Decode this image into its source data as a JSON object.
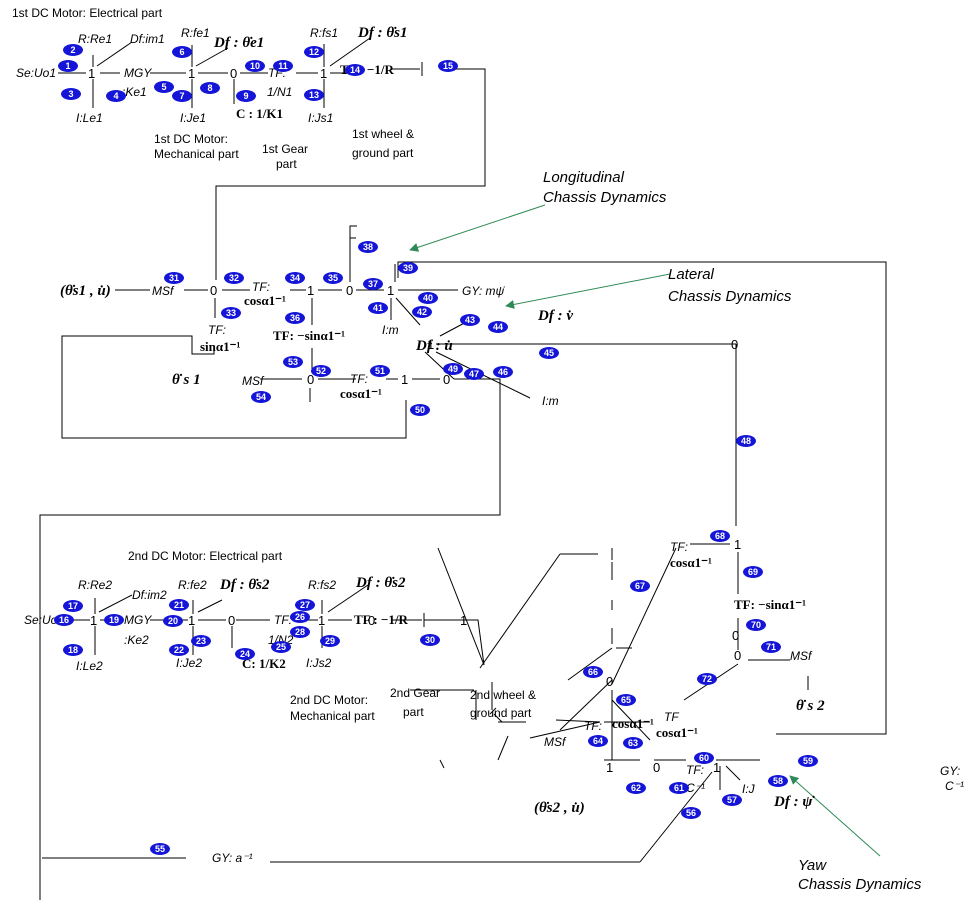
{
  "sections": {
    "dc1_elec": "1st DC Motor: Electrical part",
    "dc1_mech_a": "1st DC Motor:",
    "dc1_mech_b": "Mechanical part",
    "gear1_a": "1st Gear",
    "gear1_b": "part",
    "wheel1_a": "1st wheel &",
    "wheel1_b": "ground part",
    "dc2_elec": "2nd DC Motor: Electrical part",
    "dc2_mech_a": "2nd DC Motor:",
    "dc2_mech_b": "Mechanical part",
    "gear2_a": "2nd Gear",
    "gear2_b": "part",
    "wheel2_a": "2nd wheel &",
    "wheel2_b": "ground part"
  },
  "annotations": {
    "longitudinal_a": "Longitudinal",
    "longitudinal_b": "Chassis Dynamics",
    "lateral_a": "Lateral",
    "lateral_b": "Chassis Dynamics",
    "yaw_a": "Yaw",
    "yaw_b": "Chassis Dynamics"
  },
  "elements": {
    "se_uo1": "Se:Uo1",
    "r_re1": "R:Re1",
    "df_im1": "Df:im1",
    "i_le1": "I:Le1",
    "mgy1": "MGY",
    "ke1": ":Ke1",
    "r_fe1": "R:fe1",
    "df_theta_e1": "Df : θ̇e1",
    "i_je1": "I:Je1",
    "c_k1": "C : 1/K1",
    "tf_n1": "TF:",
    "n1": "1/N1",
    "r_fs1": "R:fs1",
    "df_theta_s1": "Df : θ̇s1",
    "i_js1": "I:Js1",
    "tf_r1": "TF : −1/R",
    "input_top": "(θ̇s1 , u̇)",
    "msf_top": "MSf",
    "tf_cos32": "TF:",
    "cos32": "cosα1⁻¹",
    "tf_sin": "TF:",
    "sin33": "sinα1⁻¹",
    "tf_msin36": "TF: −sinα1⁻¹",
    "gy_mpsi": "GY: mψ̇",
    "i_m41": "I:m",
    "df_u": "Df : u̇",
    "df_v": "Df : v̇",
    "theta_s1": "θ̇ s 1",
    "msf_mid": "MSf",
    "tf_cos52": "TF:",
    "cos52": "cosα1⁻¹",
    "i_m46": "I:m",
    "se_uo2": "Se:Uo2",
    "r_re2": "R:Re2",
    "df_im2": "Df:im2",
    "i_le2": "I:Le2",
    "mgy2": "MGY",
    "ke2": ":Ke2",
    "r_fe2": "R:fe2",
    "df_theta_s2a": "Df : θ̇s2",
    "i_je2": "I:Je2",
    "c_k2": "C: 1/K2",
    "tf_n2": "TF:",
    "n2": "1/N2",
    "r_fs2": "R:fs2",
    "df_theta_s2b": "Df : θ̇s2",
    "i_js2": "I:Js2",
    "tf_r2": "TF : −1/R",
    "tf_cos68": "TF:",
    "cos68": "cosα1⁻¹",
    "tf_msin70": "TF: −sinα1⁻¹",
    "msf_71": "MSf",
    "theta_s2": "θ̇ s 2",
    "msf_66": "MSf",
    "input_bottom": "(θ̇s2 , u̇)",
    "tf_cos64": "TF:",
    "cos64": "cosα1⁻¹",
    "tf_cos63": "TF",
    "cos63": "cosα1⁻¹",
    "tf_c61": "TF:",
    "c61": "C⁻¹",
    "i_j": "I:J",
    "df_psi": "Df : ψ̇",
    "gy_c": "GY:",
    "c_inv": "C⁻¹",
    "gy_a": "GY: a⁻¹"
  },
  "junctions": [
    {
      "id": "j1a",
      "label": "1"
    },
    {
      "id": "j1b",
      "label": "1"
    },
    {
      "id": "j0a",
      "label": "0"
    },
    {
      "id": "j1c",
      "label": "1"
    },
    {
      "id": "j0b",
      "label": "0"
    },
    {
      "id": "j1d",
      "label": "1"
    },
    {
      "id": "j0c",
      "label": "0"
    },
    {
      "id": "j1e",
      "label": "1"
    },
    {
      "id": "j1f",
      "label": "1"
    },
    {
      "id": "j0d",
      "label": "0"
    },
    {
      "id": "j1g",
      "label": "1"
    },
    {
      "id": "j0e",
      "label": "0"
    },
    {
      "id": "j0f",
      "label": "0"
    },
    {
      "id": "j1h",
      "label": "1"
    },
    {
      "id": "j1i",
      "label": "1"
    },
    {
      "id": "j0g",
      "label": "0"
    },
    {
      "id": "j1j",
      "label": "1"
    },
    {
      "id": "j1k",
      "label": "1"
    },
    {
      "id": "j0h",
      "label": "0"
    },
    {
      "id": "j1l",
      "label": "1"
    },
    {
      "id": "j0i",
      "label": "0"
    },
    {
      "id": "j1m",
      "label": "1"
    },
    {
      "id": "j0j",
      "label": "0"
    },
    {
      "id": "j0k",
      "label": "0"
    },
    {
      "id": "j1n",
      "label": "1"
    },
    {
      "id": "j0l",
      "label": "0"
    }
  ],
  "bonds": [
    "1",
    "2",
    "3",
    "4",
    "5",
    "6",
    "7",
    "8",
    "9",
    "10",
    "11",
    "12",
    "13",
    "14",
    "15",
    "16",
    "17",
    "18",
    "19",
    "20",
    "21",
    "22",
    "23",
    "24",
    "25",
    "26",
    "27",
    "28",
    "29",
    "30",
    "31",
    "32",
    "33",
    "34",
    "35",
    "36",
    "37",
    "38",
    "39",
    "40",
    "41",
    "42",
    "43",
    "44",
    "45",
    "46",
    "47",
    "48",
    "49",
    "50",
    "51",
    "52",
    "53",
    "54",
    "55",
    "56",
    "57",
    "58",
    "59",
    "60",
    "61",
    "62",
    "63",
    "64",
    "65",
    "66",
    "67",
    "68",
    "69",
    "70",
    "71",
    "72"
  ],
  "colors": {
    "badge": "#1515d8",
    "highlight_arrow": "#2e8b57",
    "line": "#000000"
  }
}
